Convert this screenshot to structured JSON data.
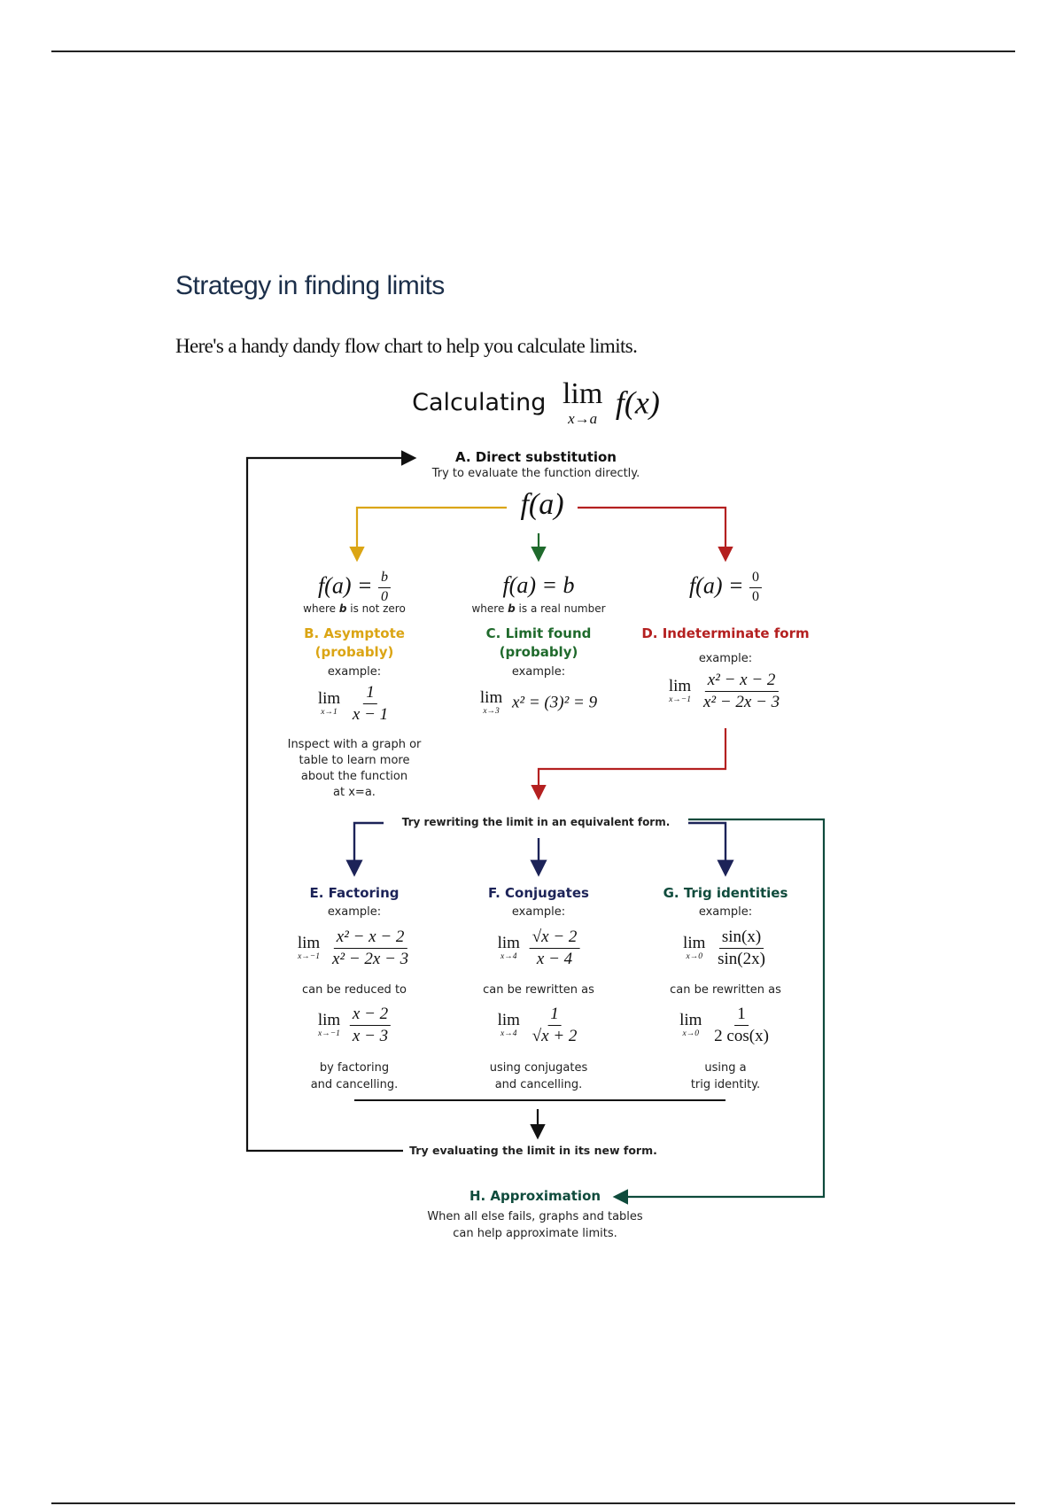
{
  "page": {
    "title": "Strategy in finding limits",
    "intro": "Here's a handy dandy flow chart to help you calculate limits."
  },
  "chart": {
    "heading": {
      "word": "Calculating",
      "lim": "lim",
      "sub": "x→a",
      "expr": "f(x)"
    },
    "A": {
      "title": "A. Direct substitution",
      "desc": "Try to evaluate the function directly.",
      "expr": "f(a)"
    },
    "cases": [
      {
        "lhs": "f(a) =",
        "num": "b",
        "den": "0",
        "note_pre": "where ",
        "note_b": "b",
        "note_post": " is not zero",
        "title1": "B. Asymptote",
        "title2": "(probably)",
        "example": "example:",
        "lim": "lim",
        "sub": "x→1",
        "ex_num": "1",
        "ex_den": "x − 1",
        "inspect": [
          "Inspect with a graph or",
          "table to learn more",
          "about the function",
          "at x=a."
        ]
      },
      {
        "lhs": "f(a) = b",
        "note_pre": "where ",
        "note_b": "b",
        "note_post": " is a real number",
        "title1": "C. Limit found",
        "title2": "(probably)",
        "example": "example:",
        "lim": "lim",
        "sub": "x→3",
        "ex_rest": "x² = (3)² = 9"
      },
      {
        "lhs": "f(a) =",
        "num": "0",
        "den": "0",
        "title1": "D. Indeterminate form",
        "example": "example:",
        "lim": "lim",
        "sub": "x→−1",
        "ex_num": "x² − x − 2",
        "ex_den": "x² − 2x − 3"
      }
    ],
    "rewrite": "Try rewriting the limit in an equivalent form.",
    "methods": [
      {
        "title": "E. Factoring",
        "example": "example:",
        "lim": "lim",
        "sub": "x→−1",
        "num1": "x² − x − 2",
        "den1": "x² − 2x − 3",
        "mid": "can be reduced to",
        "num2": "x − 2",
        "den2": "x − 3",
        "foot": [
          "by factoring",
          "and cancelling."
        ]
      },
      {
        "title": "F. Conjugates",
        "example": "example:",
        "lim": "lim",
        "sub": "x→4",
        "num1": "√x − 2",
        "den1": "x − 4",
        "mid": "can be rewritten as",
        "num2": "1",
        "den2": "√x + 2",
        "foot": [
          "using conjugates",
          "and cancelling."
        ]
      },
      {
        "title": "G. Trig identities",
        "example": "example:",
        "lim": "lim",
        "sub": "x→0",
        "num1": "sin(x)",
        "den1": "sin(2x)",
        "mid": "can be rewritten as",
        "num2": "1",
        "den2": "2 cos(x)",
        "foot": [
          "using a",
          "trig identity."
        ]
      }
    ],
    "evaluate": "Try evaluating the limit in its new form.",
    "H": {
      "title": "H. Approximation",
      "desc": [
        "When all else fails, graphs and tables",
        "can help approximate limits."
      ]
    }
  },
  "colors": {
    "yellow": "#dba514",
    "green": "#1f6a2c",
    "red": "#b42020",
    "navy": "#1c2358",
    "teal": "#0f4b3c",
    "title": "#1c2f4a"
  }
}
